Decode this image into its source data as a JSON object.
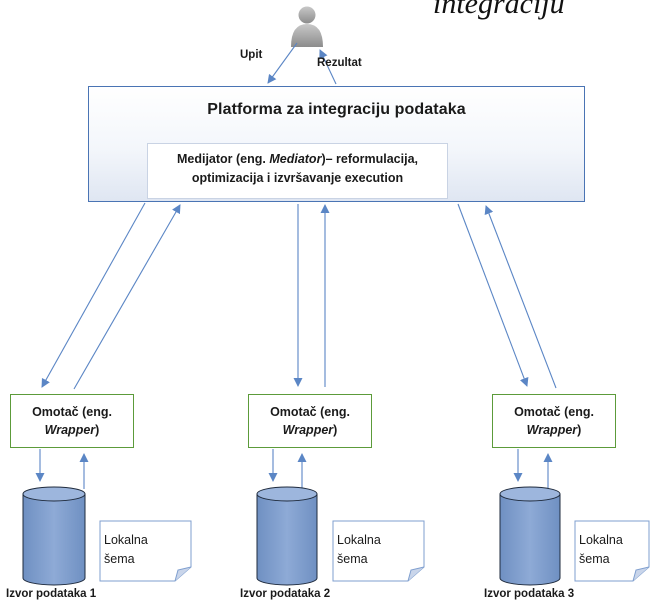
{
  "header_fragment": "ıntegraciju",
  "user": {
    "query_label": "Upit",
    "result_label": "Rezultat"
  },
  "platform": {
    "title": "Platforma za integraciju podataka",
    "mediator": {
      "line1_prefix": "Medijator (eng. ",
      "line1_italic": "Mediator",
      "line1_suffix": ")– reformulacija,",
      "line2": "optimizacija i izvršavanje execution"
    }
  },
  "wrappers": [
    {
      "line1": "Omotač (eng.",
      "italic": "Wrapper",
      "close": ")"
    },
    {
      "line1": "Omotač (eng.",
      "italic": "Wrapper",
      "close": ")"
    },
    {
      "line1": "Omotač (eng.",
      "italic": "Wrapper",
      "close": ")"
    }
  ],
  "sources": [
    {
      "doc_line1": "Lokalna",
      "doc_line2": "šema",
      "label": "Izvor podataka 1"
    },
    {
      "doc_line1": "Lokalna",
      "doc_line2": "šema",
      "label": "Izvor podataka 2"
    },
    {
      "doc_line1": "Lokalna",
      "doc_line2": "šema",
      "label": "Izvor podataka 3"
    }
  ],
  "colors": {
    "arrow": "#5b86c5",
    "platform_border": "#4a74b4",
    "wrapper_border": "#5c9b3a",
    "cylinder_fill": "#7f9fcf",
    "cylinder_stroke": "#1f2b3d"
  }
}
